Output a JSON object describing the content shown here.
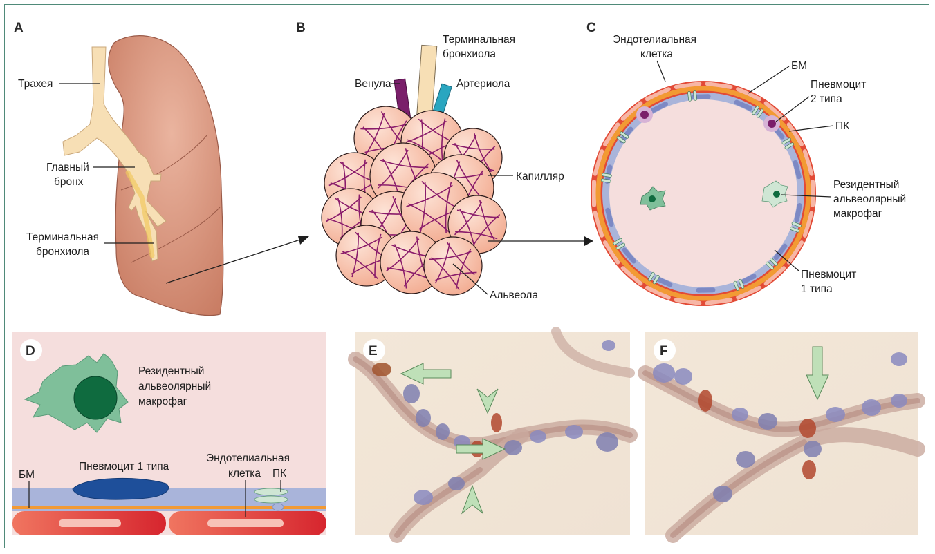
{
  "figure": {
    "panels": {
      "A": {
        "letter": "A",
        "labels": {
          "trachea": "Трахея",
          "main_bronchus_1": "Главный",
          "main_bronchus_2": "бронх",
          "terminal_bronchiole_1": "Терминальная",
          "terminal_bronchiole_2": "бронхиола"
        }
      },
      "B": {
        "letter": "B",
        "labels": {
          "terminal_bronchiole_1": "Терминальная",
          "terminal_bronchiole_2": "бронхиола",
          "venule": "Венула",
          "arteriole": "Артериола",
          "capillary": "Капилляр",
          "alveolus": "Альвеола"
        }
      },
      "C": {
        "letter": "C",
        "labels": {
          "endothelial_1": "Эндотелиальная",
          "endothelial_2": "клетка",
          "bm": "БМ",
          "pneumocyte2_1": "Пневмоцит",
          "pneumocyte2_2": "2 типа",
          "pk": "ПК",
          "macrophage_1": "Резидентный",
          "macrophage_2": "альвеолярный",
          "macrophage_3": "макрофаг",
          "pneumocyte1_1": "Пневмоцит",
          "pneumocyte1_2": "1 типа"
        }
      },
      "D": {
        "letter": "D",
        "labels": {
          "macrophage_1": "Резидентный",
          "macrophage_2": "альвеолярный",
          "macrophage_3": "макрофаг",
          "pneumocyte1": "Пневмоцит 1 типа",
          "endothelial_1": "Эндотелиальная",
          "endothelial_2": "клетка",
          "pk": "ПК",
          "bm": "БМ"
        }
      },
      "E": {
        "letter": "E"
      },
      "F": {
        "letter": "F"
      }
    },
    "colors": {
      "frame": "#4f8a79",
      "lung": "#d08a72",
      "trachea": "#f7dfb5",
      "alveolus": "#f6c2ad",
      "capillary": "#8a1c6b",
      "venule": "#7a1f6a",
      "arteriole": "#2aa6c0",
      "basement_membrane": "#f29a34",
      "endothelium": "#e8513d",
      "pneumocyte_layer": "#a9b4da",
      "macrophage": "#7fbf9a",
      "macrophage_nucleus": "#0f6b3f",
      "pneumocyte1_nucleus": "#1e4f9a",
      "arrow_fill": "#bfe0b8"
    }
  }
}
